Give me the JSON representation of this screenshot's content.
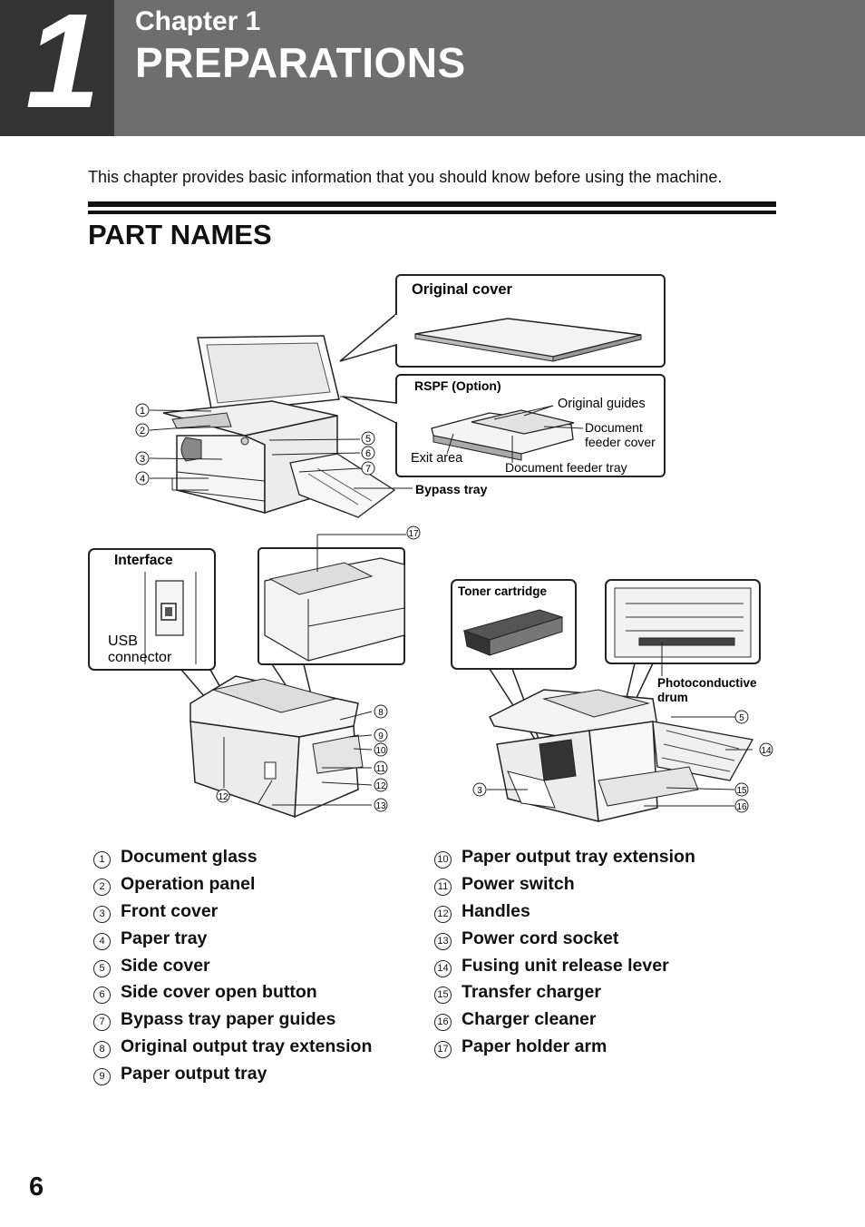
{
  "header": {
    "number": "1",
    "chapter_label": "Chapter 1",
    "title": "PREPARATIONS"
  },
  "intro": "This chapter provides basic information that you should know before using the machine.",
  "section_title": "PART NAMES",
  "figure": {
    "original_cover": "Original cover",
    "rspf_title": "RSPF (Option)",
    "rspf_original_guides": "Original guides",
    "rspf_doc_feeder_cover_1": "Document",
    "rspf_doc_feeder_cover_2": "feeder cover",
    "rspf_exit_area": "Exit area",
    "rspf_doc_feeder_tray": "Document feeder tray",
    "bypass_tray": "Bypass tray",
    "interface_title": "Interface",
    "usb_1": "USB",
    "usb_2": "connector",
    "toner_cartridge": "Toner cartridge",
    "drum_1": "Photoconductive",
    "drum_2": "drum"
  },
  "parts_left": [
    {
      "num": "1",
      "label": "Document glass"
    },
    {
      "num": "2",
      "label": "Operation panel"
    },
    {
      "num": "3",
      "label": "Front cover"
    },
    {
      "num": "4",
      "label": "Paper tray"
    },
    {
      "num": "5",
      "label": "Side cover"
    },
    {
      "num": "6",
      "label": "Side cover open button"
    },
    {
      "num": "7",
      "label": "Bypass tray paper guides"
    },
    {
      "num": "8",
      "label": "Original output tray extension"
    },
    {
      "num": "9",
      "label": "Paper output tray"
    }
  ],
  "parts_right": [
    {
      "num": "10",
      "label": "Paper output tray extension"
    },
    {
      "num": "11",
      "label": "Power switch"
    },
    {
      "num": "12",
      "label": "Handles"
    },
    {
      "num": "13",
      "label": "Power cord socket"
    },
    {
      "num": "14",
      "label": "Fusing unit release lever"
    },
    {
      "num": "15",
      "label": "Transfer charger"
    },
    {
      "num": "16",
      "label": "Charger cleaner"
    },
    {
      "num": "17",
      "label": "Paper holder arm"
    }
  ],
  "page_number": "6"
}
